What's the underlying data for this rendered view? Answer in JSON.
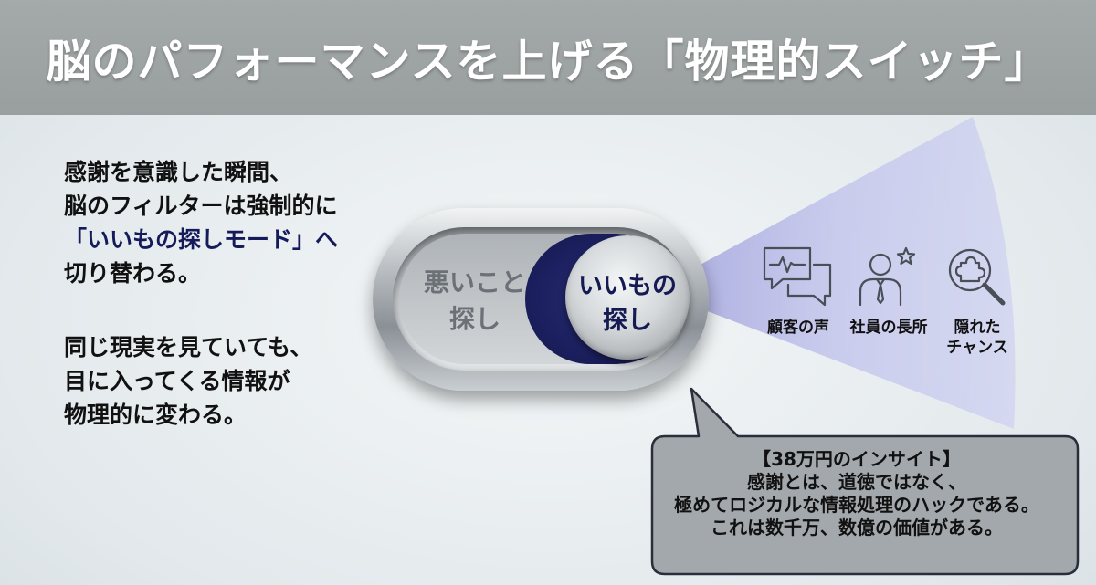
{
  "title": "脳のパフォーマンスを上げる「物理的スイッチ」",
  "left_text": {
    "paragraph1": [
      "感謝を意識した瞬間、",
      "脳のフィルターは強制的に",
      "「いいもの探しモード」へ",
      "切り替わる。"
    ],
    "paragraph2": [
      "同じ現実を見ていても、",
      "目に入ってくる情報が",
      "物理的に変わる。"
    ]
  },
  "switch": {
    "off_label_lines": [
      "悪いこと",
      "探し"
    ],
    "on_label_lines": [
      "いいもの",
      "探し"
    ]
  },
  "beam_items": [
    {
      "icon": "chat-heartbeat-icon",
      "label_lines": [
        "顧客の声"
      ]
    },
    {
      "icon": "employee-star-icon",
      "label_lines": [
        "社員の長所"
      ]
    },
    {
      "icon": "magnifier-puzzle-icon",
      "label_lines": [
        "隠れた",
        "チャンス"
      ]
    }
  ],
  "callout": {
    "heading": "【38万円のインサイト】",
    "lines": [
      "感謝とは、道徳ではなく、",
      "極めてロジカルな情報処理のハックである。",
      "これは数千万、数億の価値がある。"
    ]
  },
  "colors": {
    "header_bg": "#9fa5a4",
    "navy": "#1c2060",
    "beam": "#a8a9e0",
    "callout_bg": "#a3a8ac"
  }
}
